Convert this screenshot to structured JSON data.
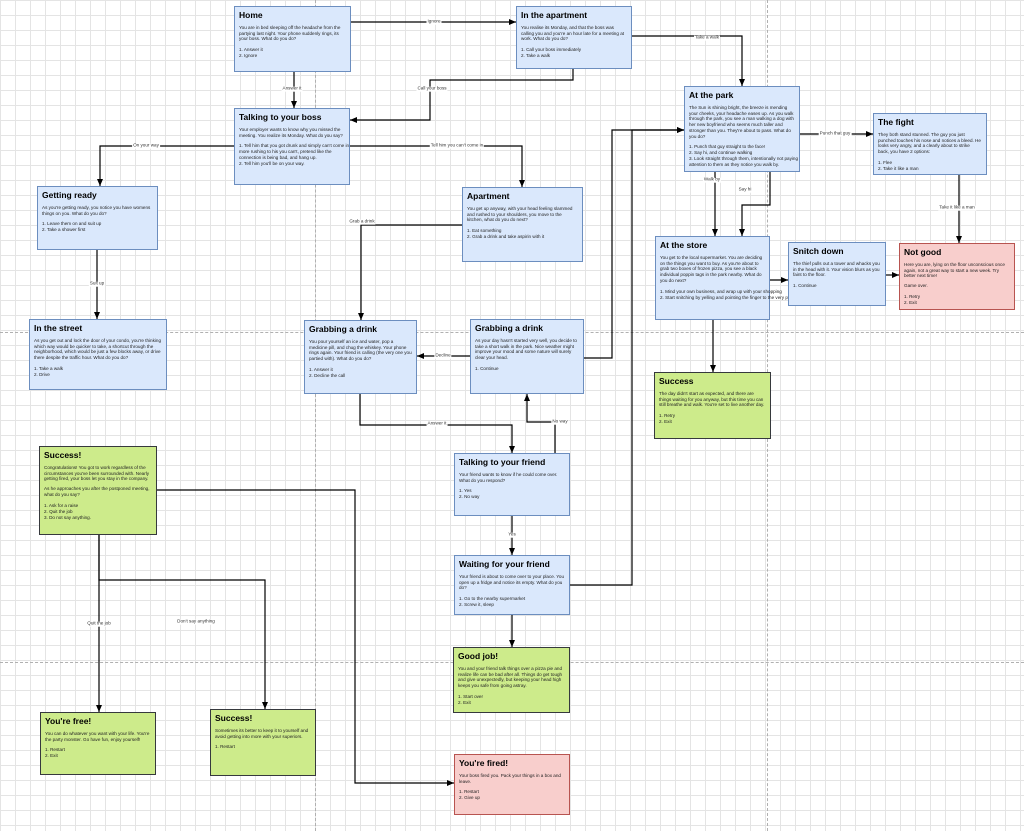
{
  "nodes": [
    {
      "id": "home",
      "title": "Home",
      "color": "blue",
      "body": [
        "You are in bed sleeping off the headache from the partying last night. Your phone suddenly rings, its your boss. What do you do?"
      ],
      "options": [
        "1. Answer it",
        "2. Ignore"
      ]
    },
    {
      "id": "apartment1",
      "title": "In the apartment",
      "color": "blue",
      "body": [
        "You realise its Monday, and that the boss was calling you and you're an hour late for a meeting at work. What do you do?"
      ],
      "options": [
        "1. Call your boss immediately",
        "2. Take a walk"
      ]
    },
    {
      "id": "boss",
      "title": "Talking to your boss",
      "color": "blue",
      "body": [
        "Your employer wants to know why you missed the meeting. You realize its Monday. What do you say?"
      ],
      "options": [
        "1. Tell him that you got drunk and simply can't come in",
        "   more rushing to his you can't, pretend like the",
        "   connection is being bad, and hang up.",
        "2. Tell him you'll be on your way."
      ]
    },
    {
      "id": "getting_ready",
      "title": "Getting ready",
      "color": "blue",
      "body": [
        "As you're getting ready, you notice you have womens things on you. What do you do?"
      ],
      "options": [
        "1. Leave them on and suit up",
        "2. Take a shower first"
      ]
    },
    {
      "id": "apartment2",
      "title": "Apartment",
      "color": "blue",
      "body": [
        "You get up anyway, with your head feeling slammed and rushed to your shoulders, you move to the kitchen, what do you do next?"
      ],
      "options": [
        "1. Eat something",
        "2. Grab a drink and take aspirin with it"
      ]
    },
    {
      "id": "park",
      "title": "At the park",
      "color": "blue",
      "body": [
        "The Sun is shining bright, the breeze is mending your cheeks, your headache eases up. As you walk through the park, you see a man walking a dog with her new boyfriend who seems much taller and stronger than you. They're about to pass. What do you do?"
      ],
      "options": [
        "1. Punch that guy straight to the face!",
        "2. Say hi, and continue walking",
        "3. Look straight through them, intentionally not paying",
        "   attention to them as they notice you walk by."
      ]
    },
    {
      "id": "fight",
      "title": "The fight",
      "color": "blue",
      "body": [
        "They both stand stunned. The guy you just punched touches his nose and notices a bleed. He looks very angry, and a clearly about to strike back, you have 2 options:"
      ],
      "options": [
        "1. Flee",
        "2. Take it like a man"
      ]
    },
    {
      "id": "store",
      "title": "At the store",
      "color": "blue",
      "body": [
        "You get to the local supermarket. You are deciding on the things you want to buy. As you're about to grab two boxes of frozen pizza, you see a black individual poppin tags in the park nearby. What do you do next?"
      ],
      "options": [
        "1. Mind your own business, and wrap up with your shopping",
        "2. Start snitching by yelling and pointing the finger to the very person."
      ]
    },
    {
      "id": "snitch",
      "title": "Snitch down",
      "color": "blue",
      "body": [
        "The thief pulls out a tower and whacks you in the head with it. Your vision blurs as you faint to the floor."
      ],
      "options": [
        "1. Continue"
      ]
    },
    {
      "id": "notgood",
      "title": "Not good",
      "color": "red",
      "body": [
        "Here you are, lying on the floor unconscious once again, not a great way to start a new week. Try better next time!",
        "Game over."
      ],
      "options": [
        "1. Retry",
        "2. Exit"
      ]
    },
    {
      "id": "street",
      "title": "In the street",
      "color": "blue",
      "body": [
        "As you get out and lock the door of your condo, you're thinking which way would be quicker to take, a shortcut through the neighborhood, which would be just a few blocks away, or drive there despite the traffic hour. What do you do?"
      ],
      "options": [
        "1. Take a walk",
        "2. Drive"
      ]
    },
    {
      "id": "grab1",
      "title": "Grabbing a drink",
      "color": "blue",
      "body": [
        "You pour yourself an ice and water, pop a medicine pill, and chug the whiskey. Your phone rings again. Your friend is calling (the very one you partied with). What do you do?"
      ],
      "options": [
        "1. Answer it",
        "2. Decline the call"
      ]
    },
    {
      "id": "grab2",
      "title": "Grabbing a drink",
      "color": "blue",
      "body": [
        "As your day hasn't started very well, you decide to take a short walk in the park. Nice weather might improve your mood and some nature will surely clear your head."
      ],
      "options": [
        "1. Continue"
      ]
    },
    {
      "id": "success_store",
      "title": "Success",
      "color": "green",
      "body": [
        "The day didn't start as expected, and there are things waiting for you anyway, but this time you can still breathe and walk. You're set to live another day."
      ],
      "options": [
        "1. Retry",
        "2. Exit"
      ]
    },
    {
      "id": "success1",
      "title": "Success!",
      "color": "green",
      "body": [
        "Congratulations! You got to work regardless of the circumstances you've been surrounded with. Nearly getting fired, your boss let you stay in the company.",
        "As he approaches you after the postponed meeting, what do you say?"
      ],
      "options": [
        "1. Ask for a raise",
        "2. Quit the job",
        "3. Do not say anything."
      ]
    },
    {
      "id": "talk_friend",
      "title": "Talking to your friend",
      "color": "blue",
      "body": [
        "Your friend wants to know if he could come over. What do you respond?"
      ],
      "options": [
        "1. Yes",
        "2. No way"
      ]
    },
    {
      "id": "wait_friend",
      "title": "Waiting for your friend",
      "color": "blue",
      "body": [
        "Your friend is about to come over to your place. You open up a fridge and notice its empty. What do you do?"
      ],
      "options": [
        "1. Go to the nearby supermarket",
        "2. Screw it, sleep"
      ]
    },
    {
      "id": "goodjob",
      "title": "Good job!",
      "color": "green",
      "body": [
        "You and your friend talk things over a pizza pie and realize life can be bad after all. Things do get tough and give unexpectedly, but keeping your head high keeps you safe from going astray."
      ],
      "options": [
        "1. Start over",
        "2. Exit"
      ]
    },
    {
      "id": "free",
      "title": "You're free!",
      "color": "green",
      "body": [
        "You can do whatever you want with your life. You're the party monster. Go have fun, enjoy yourself!"
      ],
      "options": [
        "1. Restart",
        "2. Exit"
      ]
    },
    {
      "id": "success2",
      "title": "Success!",
      "color": "green",
      "body": [
        "Sometimes its better to keep it to yourself and avoid getting into more with your superiors."
      ],
      "options": [
        "1. Restart"
      ]
    },
    {
      "id": "fired",
      "title": "You're fired!",
      "color": "red",
      "body": [
        "Your boss fired you. Pack your things in a box and leave."
      ],
      "options": [
        "1. Restart",
        "2. Give up"
      ]
    }
  ],
  "edges": [
    {
      "id": "e1",
      "label": "Ignore"
    },
    {
      "id": "e2",
      "label": "Answer it"
    },
    {
      "id": "e3",
      "label": "Call your boss"
    },
    {
      "id": "e4",
      "label": "Take a walk"
    },
    {
      "id": "e5",
      "label": "On your way"
    },
    {
      "id": "e6",
      "label": "Tell him you can't come in"
    },
    {
      "id": "e7",
      "label": "Suit up"
    },
    {
      "id": "e8",
      "label": "Grab a drink"
    },
    {
      "id": "e9",
      "label": "Punch that guy"
    },
    {
      "id": "e10",
      "label": "Walk by"
    },
    {
      "id": "e11",
      "label": "Say hi"
    },
    {
      "id": "e12",
      "label": "Take it like a man"
    },
    {
      "id": "e13",
      "label": ""
    },
    {
      "id": "e14",
      "label": ""
    },
    {
      "id": "e15",
      "label": ""
    },
    {
      "id": "e16",
      "label": "Decline"
    },
    {
      "id": "e17",
      "label": "Answer it"
    },
    {
      "id": "e18",
      "label": "No way"
    },
    {
      "id": "e19",
      "label": "Yes"
    },
    {
      "id": "e20",
      "label": ""
    },
    {
      "id": "e21",
      "label": ""
    },
    {
      "id": "e22",
      "label": "Quit the job"
    },
    {
      "id": "e23",
      "label": "Don't say anything"
    },
    {
      "id": "e24",
      "label": ""
    },
    {
      "id": "e25",
      "label": ""
    }
  ],
  "colors": {
    "blue_fill": "#dae8fc",
    "blue_stroke": "#6c8ebf",
    "green_fill": "#cdeb8b",
    "green_stroke": "#36393d",
    "red_fill": "#f8cecc",
    "red_stroke": "#b85450",
    "edge": "#000000"
  }
}
